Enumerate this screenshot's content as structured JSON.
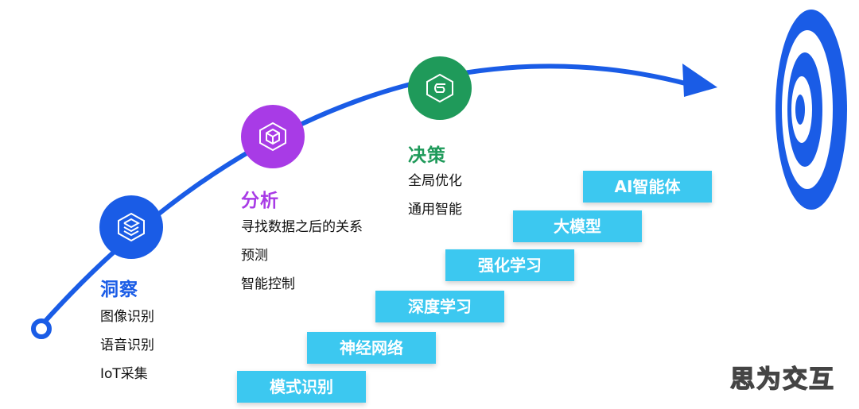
{
  "colors": {
    "curve": "#1a5ce6",
    "observe": "#1a5ce6",
    "analyze": "#a83be6",
    "decide": "#1f9a5a",
    "step": "#3cc8f0",
    "target": "#1a5ce6"
  },
  "stages": [
    {
      "key": "observe",
      "title": "洞察",
      "icon": "layers-stack-icon",
      "items": [
        "图像识别",
        "语音识别",
        "IoT采集"
      ]
    },
    {
      "key": "analyze",
      "title": "分析",
      "icon": "cube-icon",
      "items": [
        "寻找数据之后的关系",
        "预测",
        "智能控制"
      ]
    },
    {
      "key": "decide",
      "title": "决策",
      "icon": "swirl-icon",
      "items": [
        "全局优化",
        "通用智能"
      ]
    }
  ],
  "steps": [
    "模式识别",
    "神经网络",
    "深度学习",
    "强化学习",
    "大模型",
    "AI智能体"
  ],
  "target_icon": "target-icon",
  "watermark": "思为交互"
}
